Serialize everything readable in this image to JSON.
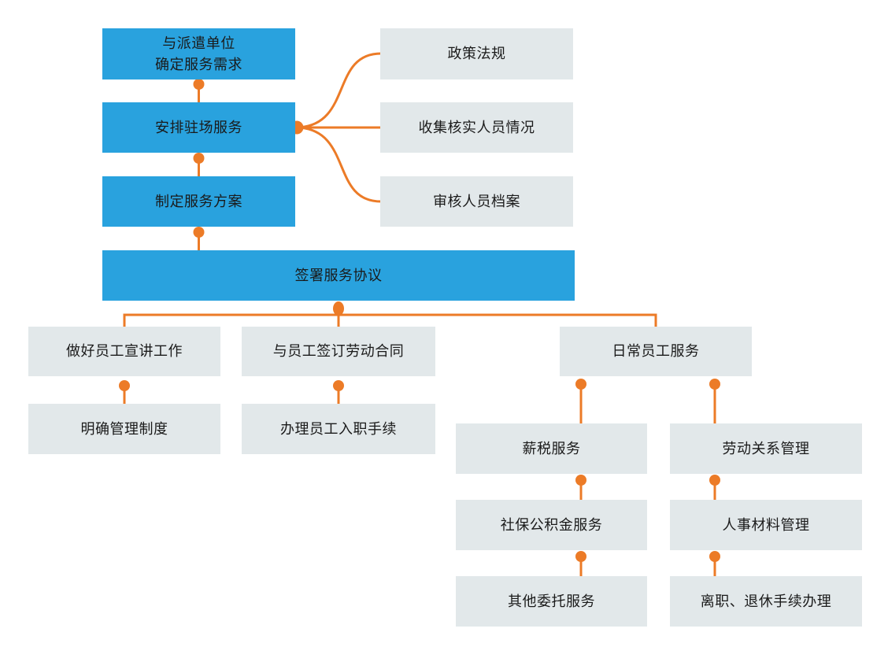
{
  "colors": {
    "primary_blue": "#29A2DE",
    "node_gray": "#E2E8EA",
    "connector_orange": "#EC7B27",
    "text_dark": "#1A1A1A",
    "background": "#FFFFFF"
  },
  "nodes": {
    "determine_needs": {
      "label": "与派遣单位\n确定服务需求",
      "type": "primary"
    },
    "onsite_service": {
      "label": "安排驻场服务",
      "type": "primary"
    },
    "service_plan": {
      "label": "制定服务方案",
      "type": "primary"
    },
    "sign_agreement": {
      "label": "签署服务协议",
      "type": "primary"
    },
    "policy": {
      "label": "政策法规",
      "type": "secondary"
    },
    "collect_verify": {
      "label": "收集核实人员情况",
      "type": "secondary"
    },
    "review_files": {
      "label": "审核人员档案",
      "type": "secondary"
    },
    "briefing": {
      "label": "做好员工宣讲工作",
      "type": "secondary"
    },
    "labor_contract": {
      "label": "与员工签订劳动合同",
      "type": "secondary"
    },
    "daily_service": {
      "label": "日常员工服务",
      "type": "secondary"
    },
    "management_rules": {
      "label": "明确管理制度",
      "type": "secondary"
    },
    "onboarding": {
      "label": "办理员工入职手续",
      "type": "secondary"
    },
    "payroll_tax": {
      "label": "薪税服务",
      "type": "secondary"
    },
    "labor_relations": {
      "label": "劳动关系管理",
      "type": "secondary"
    },
    "social_insurance": {
      "label": "社保公积金服务",
      "type": "secondary"
    },
    "personnel_files": {
      "label": "人事材料管理",
      "type": "secondary"
    },
    "other_services": {
      "label": "其他委托服务",
      "type": "secondary"
    },
    "resignation": {
      "label": "离职、退休手续办理",
      "type": "secondary"
    }
  }
}
